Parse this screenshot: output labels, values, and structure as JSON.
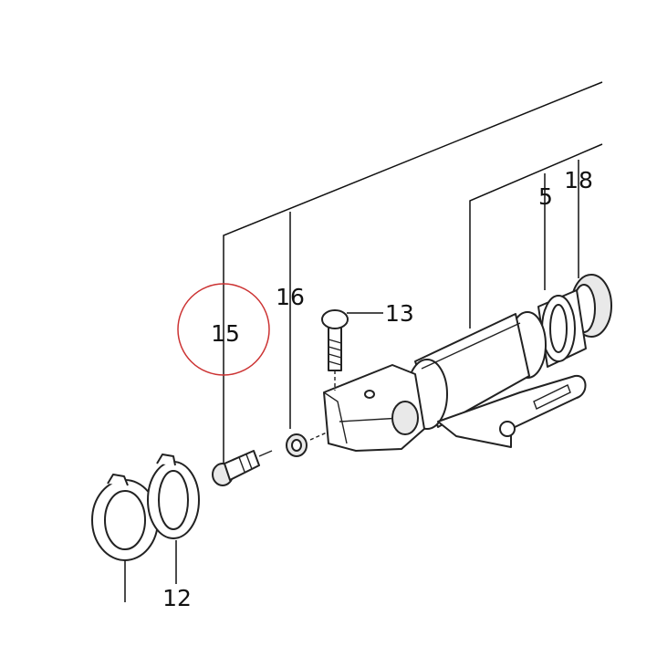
{
  "diagram": {
    "highlight_color": "#cc3333",
    "line_color": "#111111",
    "labels": {
      "part_15": "15",
      "part_16": "16",
      "part_13": "13",
      "part_5": "5",
      "part_18": "18",
      "part_12": "12"
    }
  }
}
